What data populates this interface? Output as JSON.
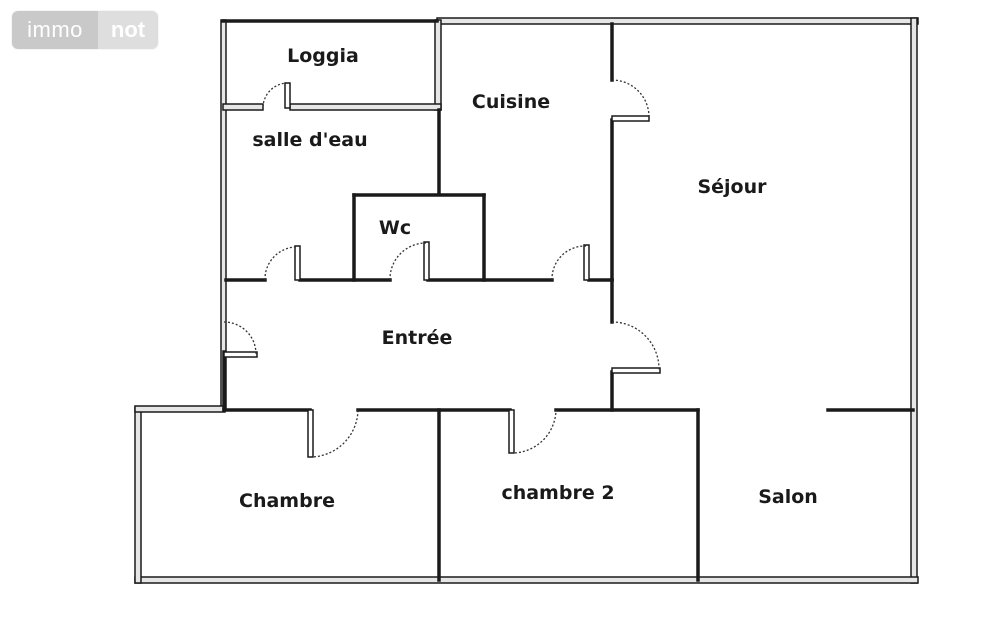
{
  "logo": {
    "part1": "immo",
    "part2": "not"
  },
  "rooms": {
    "loggia": "Loggia",
    "cuisine": "Cuisine",
    "salle_eau": "salle d'eau",
    "sejour": "Séjour",
    "wc": "Wc",
    "entree": "Entrée",
    "chambre": "Chambre",
    "chambre2": "chambre 2",
    "salon": "Salon"
  },
  "colors": {
    "wall": "#1a1a1a",
    "wall_fill": "#f3f3f3",
    "door_arc": "#333333",
    "logo_dark": "#c9c9c9",
    "logo_light": "#dedede"
  }
}
